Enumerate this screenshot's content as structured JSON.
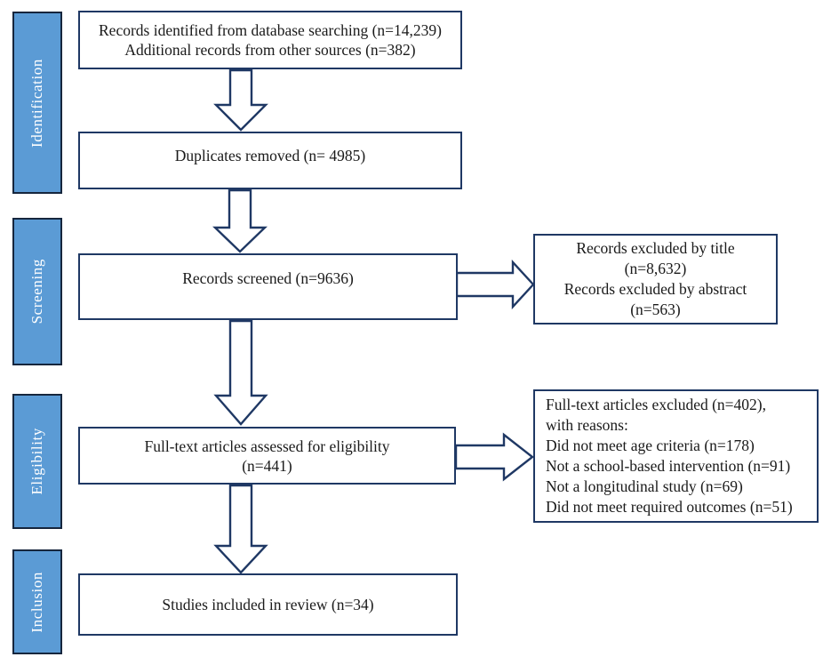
{
  "colors": {
    "background": "#ffffff",
    "stage_fill": "#5b9bd5",
    "stage_border": "#16263d",
    "stage_text": "#ffffff",
    "box_border": "#1f3864",
    "box_fill": "#ffffff",
    "box_text": "#1a1a1a",
    "arrow_stroke": "#1f3864",
    "arrow_fill": "#ffffff"
  },
  "stages": [
    {
      "label": "Identification"
    },
    {
      "label": "Screening"
    },
    {
      "label": "Eligibility"
    },
    {
      "label": "Inclusion"
    }
  ],
  "boxes": {
    "records_identified": {
      "lines": [
        "Records identified from database searching (n=14,239)",
        "Additional records from other sources (n=382)"
      ]
    },
    "duplicates_removed": {
      "lines": [
        "Duplicates removed (n= 4985)"
      ]
    },
    "records_screened": {
      "lines": [
        "Records screened (n=9636)"
      ]
    },
    "records_excluded": {
      "lines": [
        "Records excluded by title",
        "(n=8,632)",
        "Records excluded by abstract",
        "(n=563)"
      ]
    },
    "fulltext_assessed": {
      "lines": [
        "Full-text articles assessed for eligibility",
        "(n=441)"
      ]
    },
    "fulltext_excluded": {
      "lines": [
        "Full-text articles excluded (n=402),",
        "with reasons:",
        "Did not meet age criteria (n=178)",
        "Not a school-based intervention (n=91)",
        "Not a longitudinal study (n=69)",
        "Did not meet required outcomes (n=51)"
      ]
    },
    "studies_included": {
      "lines": [
        "Studies included in review (n=34)"
      ]
    }
  }
}
